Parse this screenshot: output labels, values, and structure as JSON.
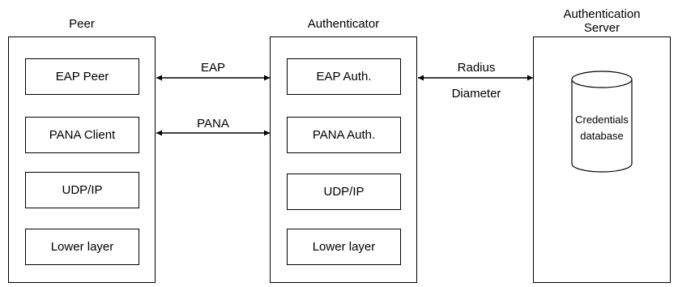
{
  "peer": {
    "title": "Peer",
    "layers": [
      "EAP Peer",
      "PANA Client",
      "UDP/IP",
      "Lower layer"
    ]
  },
  "authenticator": {
    "title": "Authenticator",
    "layers": [
      "EAP Auth.",
      "PANA Auth.",
      "UDP/IP",
      "Lower layer"
    ]
  },
  "server": {
    "title_line1": "Authentication",
    "title_line2": "Server",
    "database_line1": "Credentials",
    "database_line2": "database"
  },
  "links": {
    "eap": "EAP",
    "pana": "PANA",
    "radius": "Radius",
    "diameter": "Diameter"
  }
}
